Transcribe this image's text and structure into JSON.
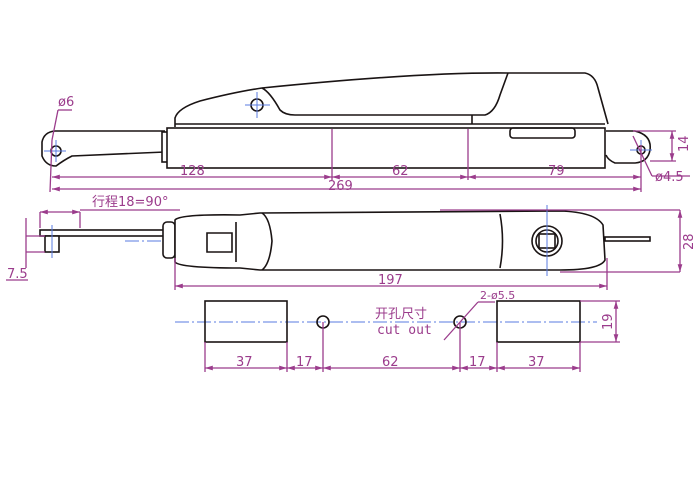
{
  "top_view": {
    "dia_left": "ø6",
    "dia_right": "ø4.5",
    "dim_128": "128",
    "dim_62": "62",
    "dim_79": "79",
    "dim_269": "269",
    "dim_14": "14"
  },
  "side_view": {
    "stroke_label": "行程18=90°",
    "dim_7_5": "7.5",
    "dim_197": "197",
    "dim_28": "28"
  },
  "cutout": {
    "title_cn": "开孔尺寸",
    "title_en": "cut out",
    "hole_label": "2-ø5.5",
    "dims": [
      "37",
      "17",
      "62",
      "17",
      "37"
    ],
    "dim_19": "19"
  },
  "colors": {
    "dimension": "#9b3c8c",
    "centerline": "#5a7be0",
    "outline": "#1a1414"
  }
}
